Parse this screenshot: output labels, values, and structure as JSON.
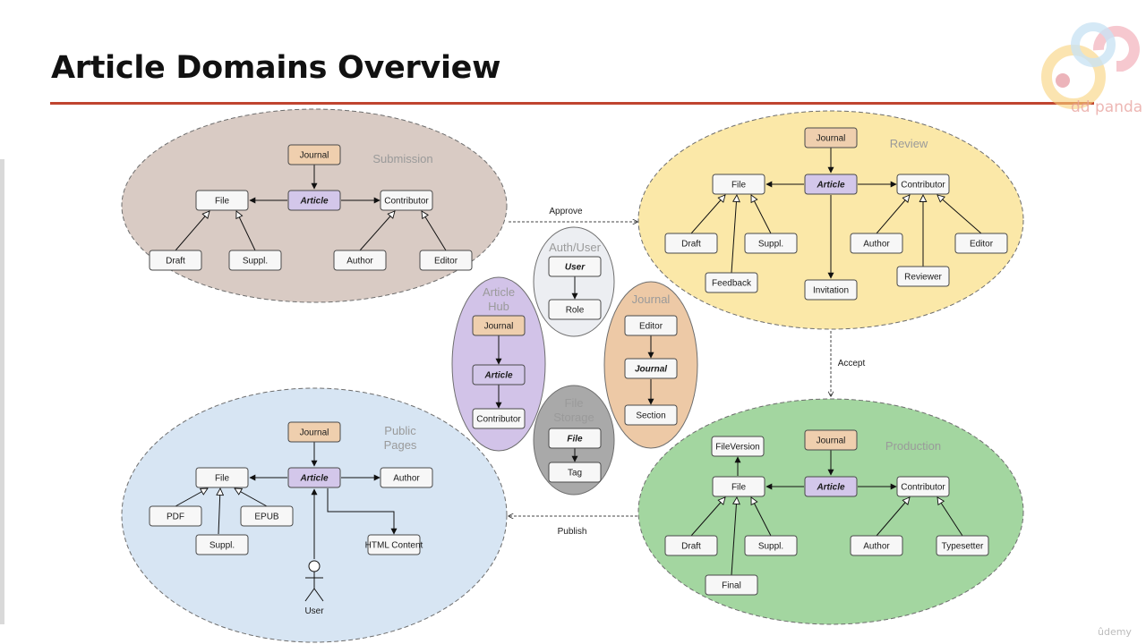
{
  "slide": {
    "title": "Article Domains Overview",
    "watermark_text": "dd panda",
    "brand_mark": "ûdemy"
  },
  "colors": {
    "title_rule": "#c0442f",
    "submission": "#d9cbc4",
    "review": "#fbe8a8",
    "production": "#a3d6a0",
    "public_pages": "#d7e5f3",
    "article_hub": "#d2c3e8",
    "auth_user": "#eceef2",
    "journal": "#edc9a6",
    "file_storage": "#a9a9a9",
    "journal_node": "#efcfae",
    "article_node": "#d3c7ea"
  },
  "domains": {
    "submission": {
      "label": "Submission"
    },
    "review": {
      "label": "Review"
    },
    "production": {
      "label": "Production"
    },
    "public_pages": {
      "label_line1": "Public",
      "label_line2": "Pages"
    },
    "article_hub": {
      "label_line1": "Article",
      "label_line2": "Hub"
    },
    "auth_user": {
      "label": "Auth/User"
    },
    "journal": {
      "label": "Journal"
    },
    "file_storage": {
      "label_line1": "File",
      "label_line2": "Storage"
    }
  },
  "nodes": {
    "sub_journal": "Journal",
    "sub_file": "File",
    "sub_article": "Article",
    "sub_contributor": "Contributor",
    "sub_draft": "Draft",
    "sub_suppl": "Suppl.",
    "sub_author": "Author",
    "sub_editor": "Editor",
    "rev_journal": "Journal",
    "rev_file": "File",
    "rev_article": "Article",
    "rev_contributor": "Contributor",
    "rev_draft": "Draft",
    "rev_suppl": "Suppl.",
    "rev_feedback": "Feedback",
    "rev_invitation": "Invitation",
    "rev_author": "Author",
    "rev_reviewer": "Reviewer",
    "rev_editor": "Editor",
    "prod_fileversion": "FileVersion",
    "prod_journal": "Journal",
    "prod_file": "File",
    "prod_article": "Article",
    "prod_contributor": "Contributor",
    "prod_draft": "Draft",
    "prod_suppl": "Suppl.",
    "prod_final": "Final",
    "prod_author": "Author",
    "prod_typesetter": "Typesetter",
    "pub_journal": "Journal",
    "pub_file": "File",
    "pub_article": "Article",
    "pub_author": "Author",
    "pub_pdf": "PDF",
    "pub_epub": "EPUB",
    "pub_suppl": "Suppl.",
    "pub_html": "HTML Content",
    "pub_user": "User",
    "hub_journal": "Journal",
    "hub_article": "Article",
    "hub_contributor": "Contributor",
    "auth_user": "User",
    "auth_role": "Role",
    "jd_editor": "Editor",
    "jd_journal": "Journal",
    "jd_section": "Section",
    "fs_file": "File",
    "fs_tag": "Tag"
  },
  "flows": {
    "approve": "Approve",
    "accept": "Accept",
    "publish": "Publish"
  }
}
